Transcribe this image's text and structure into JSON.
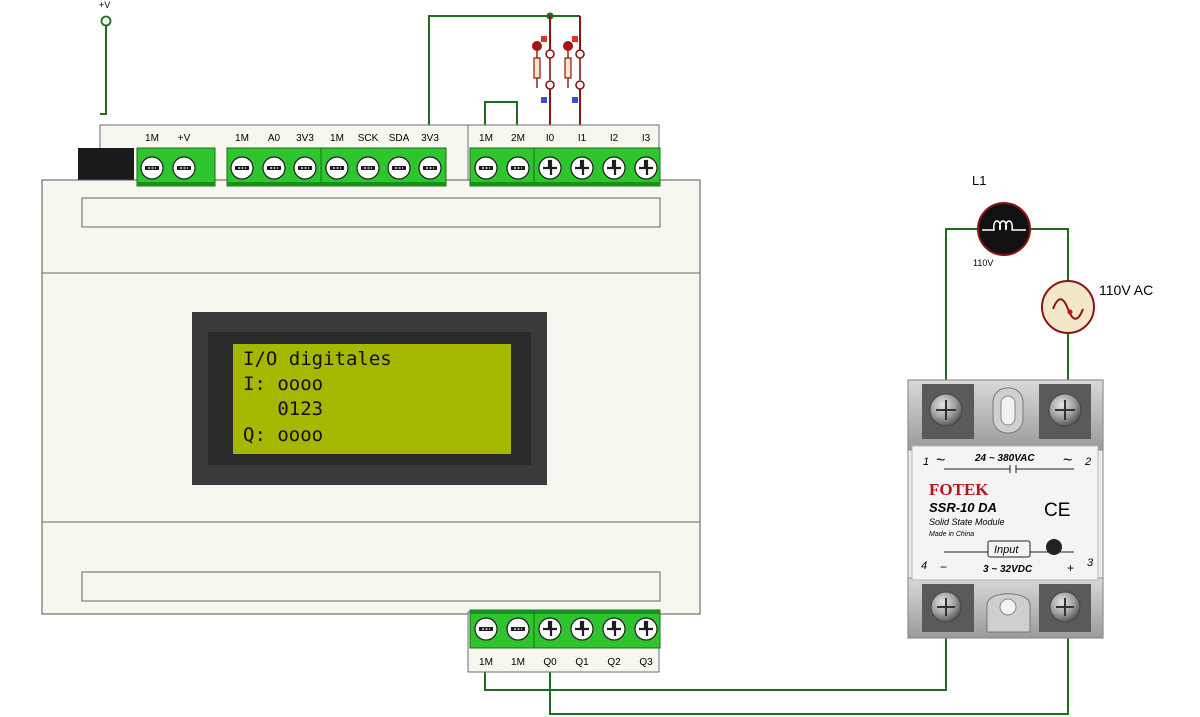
{
  "supply": {
    "label": "+V"
  },
  "plc": {
    "top_terminals": [
      {
        "label": "1M"
      },
      {
        "label": "+V"
      },
      {
        "label": "1M"
      },
      {
        "label": "A0"
      },
      {
        "label": "3V3"
      },
      {
        "label": "1M"
      },
      {
        "label": "SCK"
      },
      {
        "label": "SDA"
      },
      {
        "label": "3V3"
      },
      {
        "label": "1M"
      },
      {
        "label": "2M"
      },
      {
        "label": "I0"
      },
      {
        "label": "I1"
      },
      {
        "label": "I2"
      },
      {
        "label": "I3"
      }
    ],
    "bottom_terminals": [
      {
        "label": "1M"
      },
      {
        "label": "1M"
      },
      {
        "label": "Q0"
      },
      {
        "label": "Q1"
      },
      {
        "label": "Q2"
      },
      {
        "label": "Q3"
      }
    ],
    "lcd": {
      "line1": "I/O digitales",
      "line2": "I: oooo",
      "line3": "   0123",
      "line4": "Q: oooo",
      "background": "#a4b800"
    }
  },
  "lamp": {
    "name": "L1",
    "rating": "110V"
  },
  "source": {
    "label": "110V AC"
  },
  "ssr": {
    "brand": "FOTEK",
    "model": "SSR-10 DA",
    "description": "Solid State Module",
    "origin": "Made in China",
    "ce_mark": "CE",
    "load_range": "24 ~ 380VAC",
    "input_label": "Input",
    "input_range": "3 ~ 32VDC",
    "pin1": "1",
    "pin2": "2",
    "pin3": "3",
    "pin4": "4",
    "pin1_sym": "~",
    "pin2_sym": "~",
    "pin3_sym": "+",
    "pin4_sym": "−"
  },
  "colors": {
    "wire": "#1f6e1f",
    "wire_red": "#8b1414",
    "terminal_green": "#2ec52e",
    "plc_body": "#f7f7ef"
  }
}
